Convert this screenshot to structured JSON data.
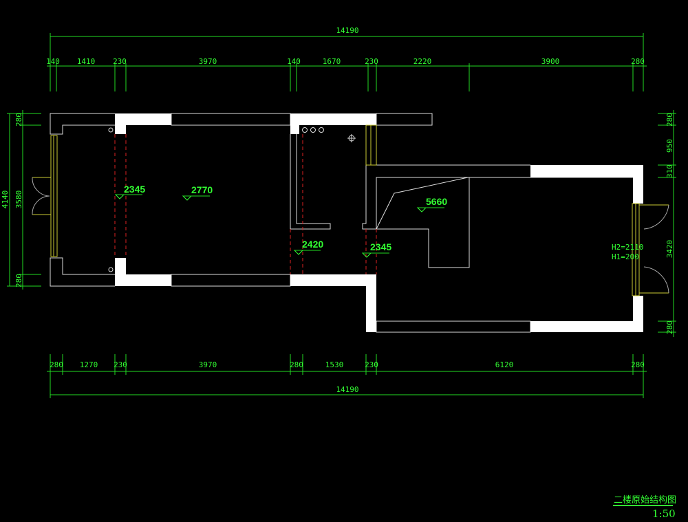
{
  "drawing": {
    "title": "二楼原始结构图",
    "scale": "1:50",
    "top_dims": {
      "overall": "14190",
      "segments": [
        "140",
        "1410",
        "230",
        "3970",
        "140",
        "1670",
        "230",
        "2220",
        "3900",
        "280"
      ]
    },
    "bottom_dims": {
      "overall": "14190",
      "segments": [
        "280",
        "1270",
        "230",
        "3970",
        "280",
        "1530",
        "230",
        "6120",
        "280"
      ]
    },
    "left_dims": {
      "overall": "4140",
      "segments": [
        "280",
        "3580",
        "280"
      ]
    },
    "right_dims": {
      "segments": [
        "280",
        "950",
        "310",
        "3420",
        "280"
      ]
    },
    "levels": [
      "2345",
      "2770",
      "5660",
      "2420",
      "2345"
    ],
    "window_note": {
      "h2": "H2=2110",
      "h1": "H1=200"
    }
  }
}
